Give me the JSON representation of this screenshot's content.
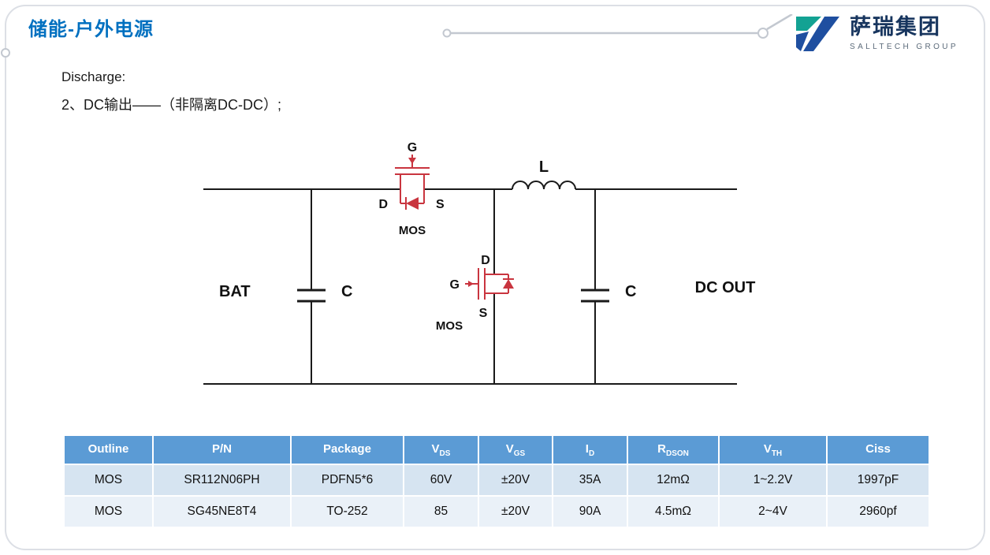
{
  "header": {
    "title": "储能-户外电源",
    "logo": {
      "name": "萨瑞集团",
      "subtitle": "SALLTECH GROUP"
    }
  },
  "content": {
    "line1": "Discharge:",
    "line2": "2、DC输出——（非隔离DC-DC）;"
  },
  "circuit": {
    "battery_label": "BAT",
    "input_cap_label": "C",
    "output_cap_label": "C",
    "inductor_label": "L",
    "output_label": "DC OUT",
    "mos1": {
      "name": "MOS",
      "gate": "G",
      "drain": "D",
      "source": "S"
    },
    "mos2": {
      "name": "MOS",
      "gate": "G",
      "drain": "D",
      "source": "S"
    }
  },
  "table": {
    "headers": [
      {
        "base": "Outline",
        "sub": ""
      },
      {
        "base": "P/N",
        "sub": ""
      },
      {
        "base": "Package",
        "sub": ""
      },
      {
        "base": "V",
        "sub": "DS"
      },
      {
        "base": "V",
        "sub": "GS"
      },
      {
        "base": "I",
        "sub": "D"
      },
      {
        "base": "R",
        "sub": "DSON"
      },
      {
        "base": "V",
        "sub": "TH"
      },
      {
        "base": "Ciss",
        "sub": ""
      }
    ],
    "rows": [
      [
        "MOS",
        "SR112N06PH",
        "PDFN5*6",
        "60V",
        "±20V",
        "35A",
        "12mΩ",
        "1~2.2V",
        "1997pF"
      ],
      [
        "MOS",
        "SG45NE8T4",
        "TO-252",
        "85",
        "±20V",
        "90A",
        "4.5mΩ",
        "2~4V",
        "2960pf"
      ]
    ]
  },
  "colors": {
    "title": "#0070C0",
    "mosfet": "#C9353F",
    "wire": "#1A1A1A",
    "table_header": "#5B9BD5",
    "row_odd": "#D6E4F1",
    "row_even": "#EAF1F8",
    "logo_green": "#13A293",
    "logo_blue": "#1F4FA0",
    "logo_text": "#17355E",
    "decor": "#C3C8D0"
  }
}
